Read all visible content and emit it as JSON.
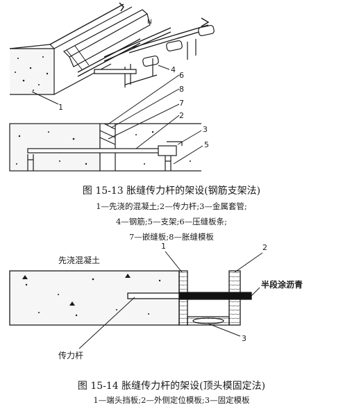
{
  "figure_13": {
    "title": "图 15-13   胀缝传力杆的架设(钢筋支架法)",
    "legend_lines": [
      "1—先浇的混凝土;2—传力杆;3—金属套管;",
      "4—钢筋;5—支架;6—压缝板条;",
      "7—嵌缝板;8—胀缝模板"
    ],
    "callouts": [
      "1",
      "2",
      "3",
      "4",
      "5",
      "6",
      "7",
      "8"
    ]
  },
  "figure_14": {
    "title": "图 15-14   胀缝传力杆的架设(顶头模固定法)",
    "legend_lines": [
      "1—端头挡板;2—外侧定位模板;3—固定模板"
    ],
    "callouts": [
      "1",
      "2",
      "3"
    ],
    "concrete_label": "先浇混凝土",
    "bitumen_label": "半段涂沥青",
    "dowel_label": "传力杆"
  },
  "colors": {
    "ink": "#1a1a1a",
    "paper": "#ffffff",
    "concrete_fill": "#f4f4f4",
    "bitumen": "#111111"
  }
}
